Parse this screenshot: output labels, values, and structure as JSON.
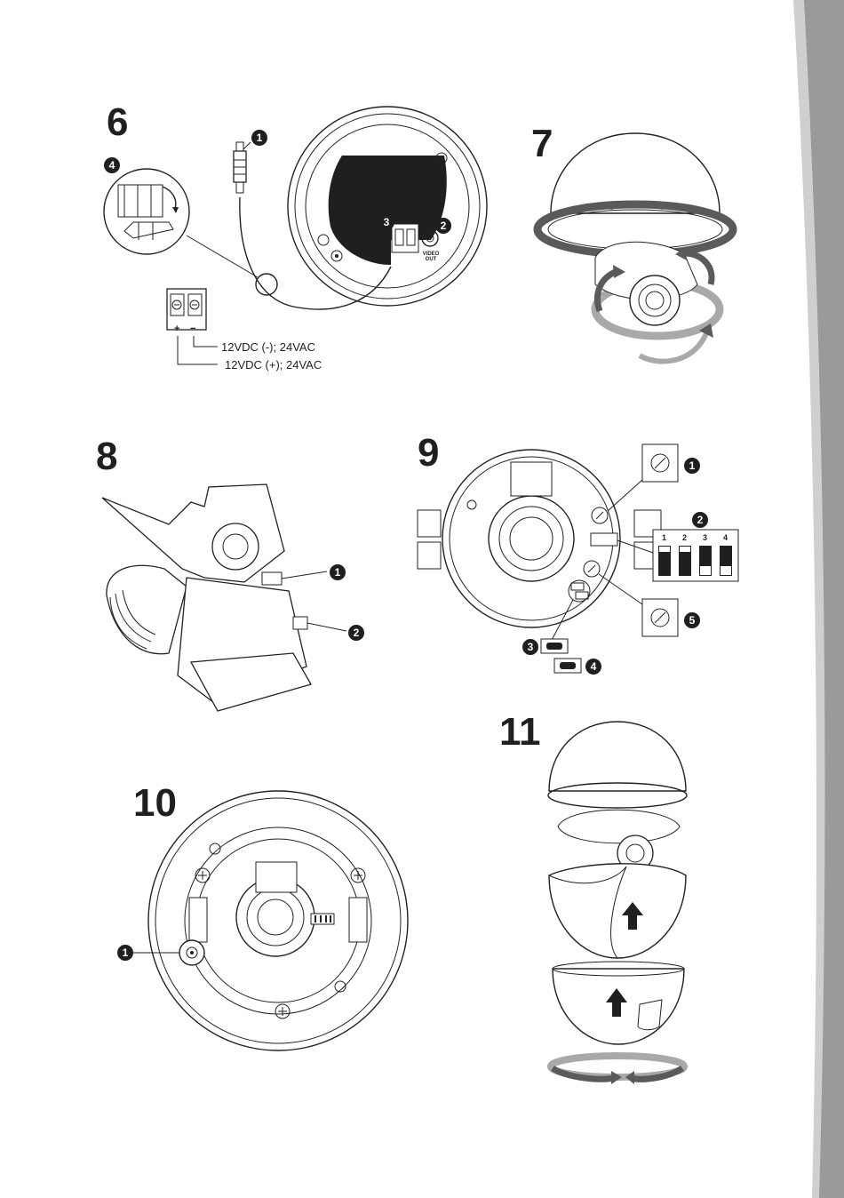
{
  "steps": {
    "s6": "6",
    "s7": "7",
    "s8": "8",
    "s9": "9",
    "s10": "10",
    "s11": "11"
  },
  "callouts": {
    "c1": "1",
    "c2": "2",
    "c3": "3",
    "c4": "4",
    "c5": "5"
  },
  "wiring": {
    "minus_label": "12VDC (-); 24VAC",
    "plus_label": "12VDC (+); 24VAC",
    "plus_sign": "+",
    "minus_sign": "−",
    "video_out": "VIDEO OUT"
  },
  "dip_switch": {
    "positions": [
      "1",
      "2",
      "3",
      "4"
    ],
    "states": [
      1,
      1,
      0,
      0
    ]
  },
  "colors": {
    "ink": "#1f1f1f",
    "arrow_gray": "#5a5a5a",
    "band_gray": "#a9a9a9",
    "page_edge": "#9a9a9a"
  }
}
